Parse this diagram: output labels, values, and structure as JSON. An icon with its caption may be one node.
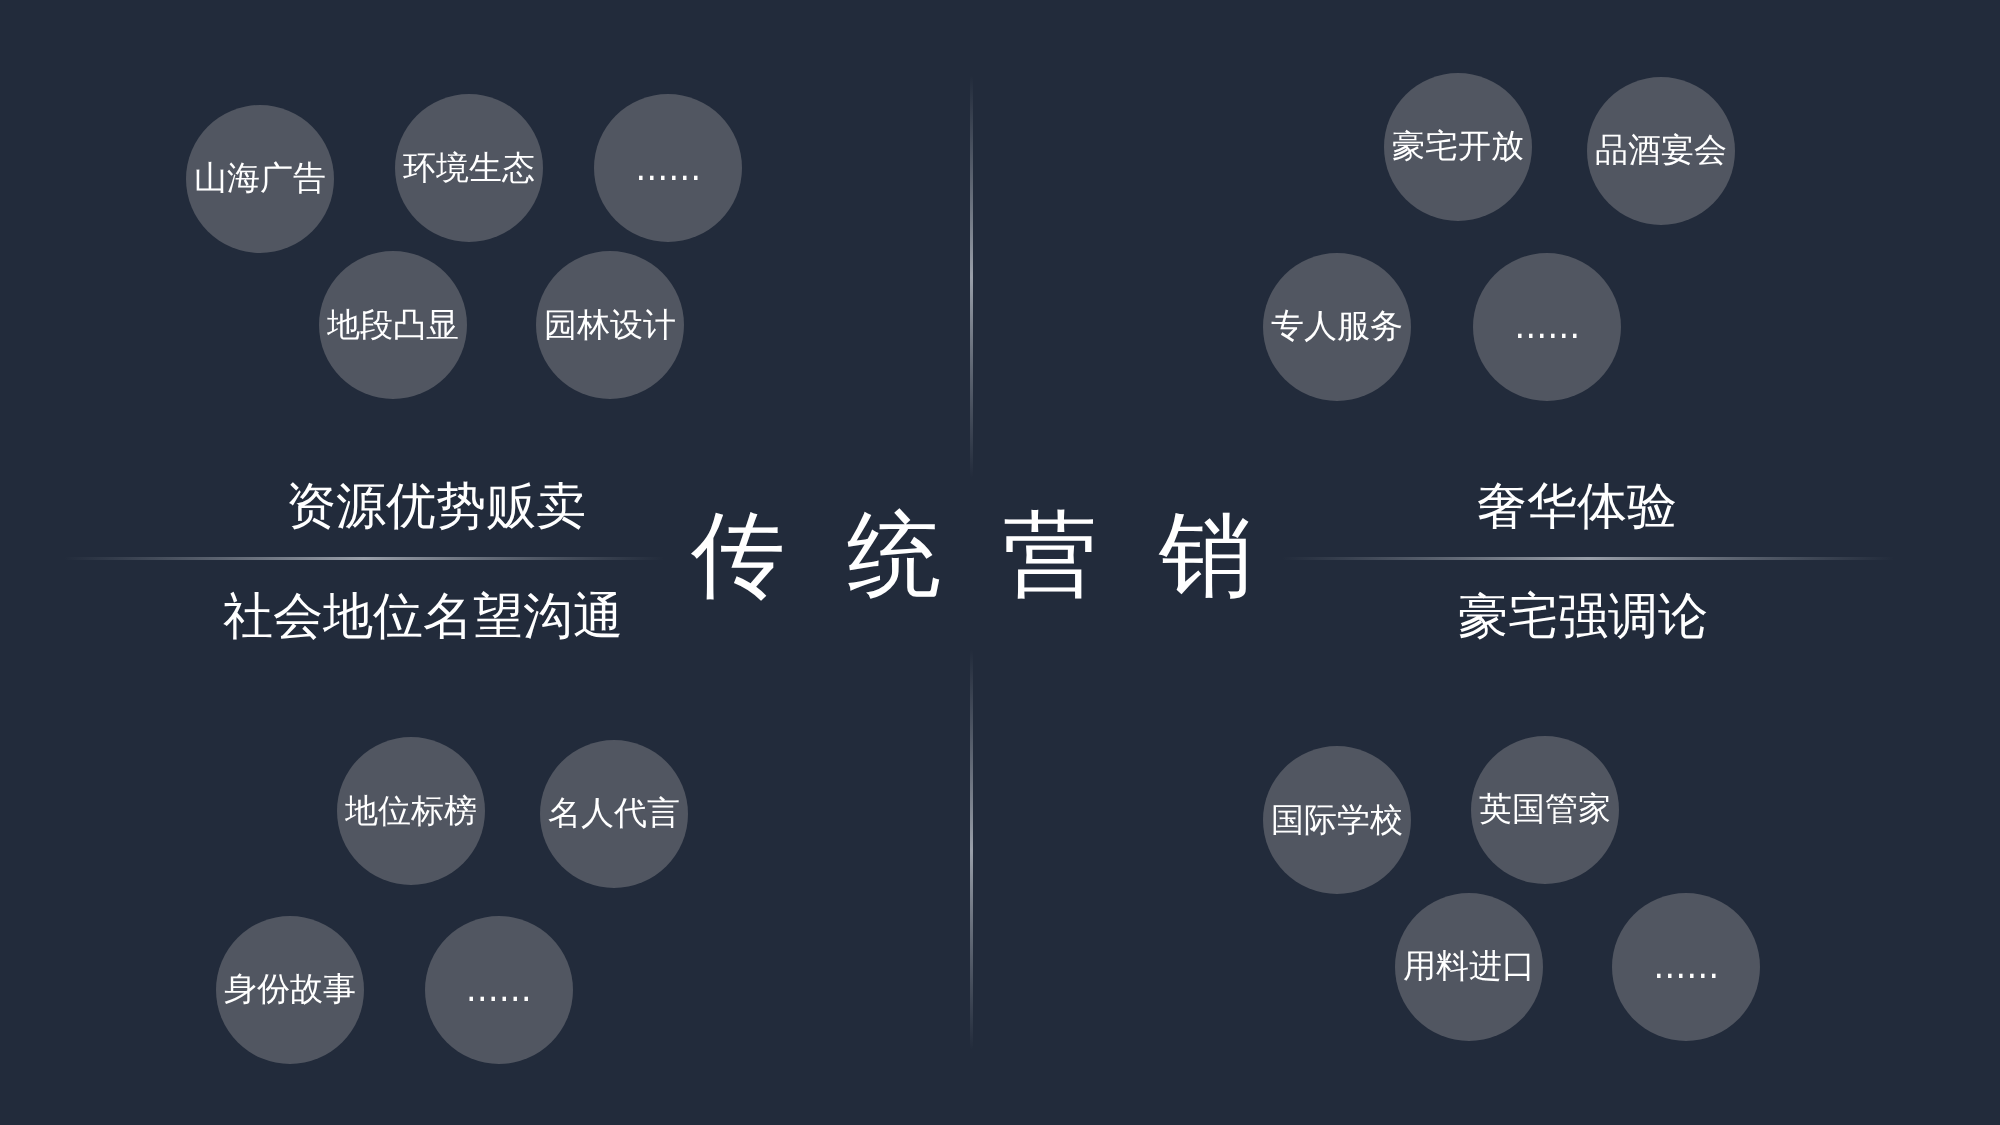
{
  "diagram": {
    "title": "传统营销",
    "nodes": [
      {
        "text": [
          "山海广告"
        ]
      },
      {
        "text": [
          "环境生态"
        ]
      },
      {
        "text": [
          "……"
        ]
      },
      {
        "text": [
          "地段凸显"
        ]
      },
      {
        "text": [
          "园林设计"
        ]
      },
      {
        "text": [
          "豪宅开放"
        ]
      },
      {
        "text": [
          "品酒宴会"
        ]
      },
      {
        "text": [
          "专人服务"
        ]
      },
      {
        "text": [
          "……"
        ]
      },
      {
        "text": [
          "地位标榜"
        ]
      },
      {
        "text": [
          "名人代言"
        ]
      },
      {
        "text": [
          "身份故事"
        ]
      },
      {
        "text": [
          "……"
        ]
      },
      {
        "text": [
          "国际学校"
        ]
      },
      {
        "text": [
          "英国管家"
        ]
      },
      {
        "text": [
          "用料进口"
        ]
      },
      {
        "text": [
          "……"
        ]
      }
    ],
    "edges": [],
    "labels": [
      "资源优势贩卖",
      "奢华体验",
      "社会地位名望沟通",
      "豪宅强调论"
    ]
  }
}
